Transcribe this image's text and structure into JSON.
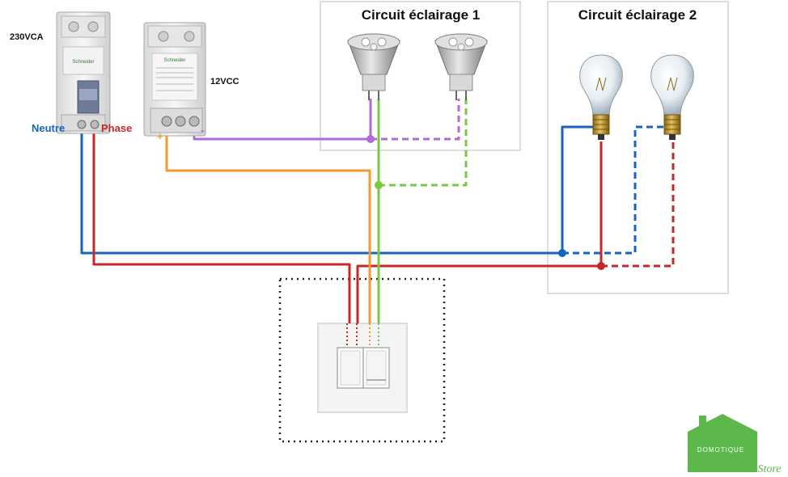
{
  "labels": {
    "voltage_ac": "230VCA",
    "voltage_dc": "12VCC",
    "neutral": "Neutre",
    "phase": "Phase",
    "plus": "+",
    "minus": "-",
    "circuit1_title": "Circuit éclairage 1",
    "circuit2_title": "Circuit éclairage 2",
    "logo_top": "DOMOTIQUE",
    "logo_bottom": "Store"
  },
  "colors": {
    "neutral": "#1565c0",
    "phase": "#c62828",
    "plus_dc": "#f39a2b",
    "minus_dc": "#b06ad9",
    "switched_dc": "#7ac943",
    "logo": "#5cb84a"
  },
  "devices": {
    "breaker_icon": "circuit-breaker-icon",
    "power_supply_icon": "power-supply-icon",
    "led_bulb_icon": "led-spot-bulb-icon",
    "incandescent_bulb_icon": "incandescent-bulb-icon",
    "switch_icon": "double-switch-icon",
    "logo_icon": "house-logo-icon"
  }
}
